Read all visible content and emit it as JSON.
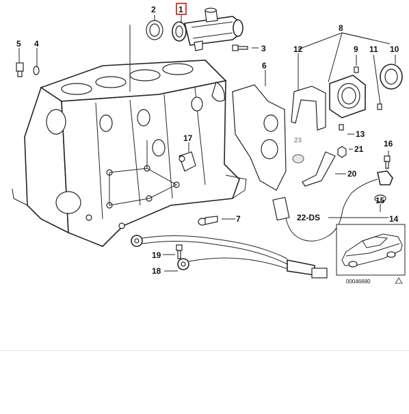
{
  "diagram": {
    "highlighted_part": "1",
    "labels": {
      "p1": "1",
      "p2": "2",
      "p3": "3",
      "p4": "4",
      "p5": "5",
      "p6": "6",
      "p7": "7",
      "p8": "8",
      "p9": "9",
      "p10": "10",
      "p11": "11",
      "p12": "12",
      "p13": "13",
      "p14": "14",
      "p15": "15",
      "p16": "16",
      "p17": "17",
      "p18": "18",
      "p19": "19",
      "p20": "20",
      "p21": "21",
      "p22": "22-DS",
      "p23": "23"
    },
    "image_code": "00046680"
  },
  "colors": {
    "highlight": "#d00000",
    "line": "#222222",
    "muted_label": "#9a9a9a"
  }
}
